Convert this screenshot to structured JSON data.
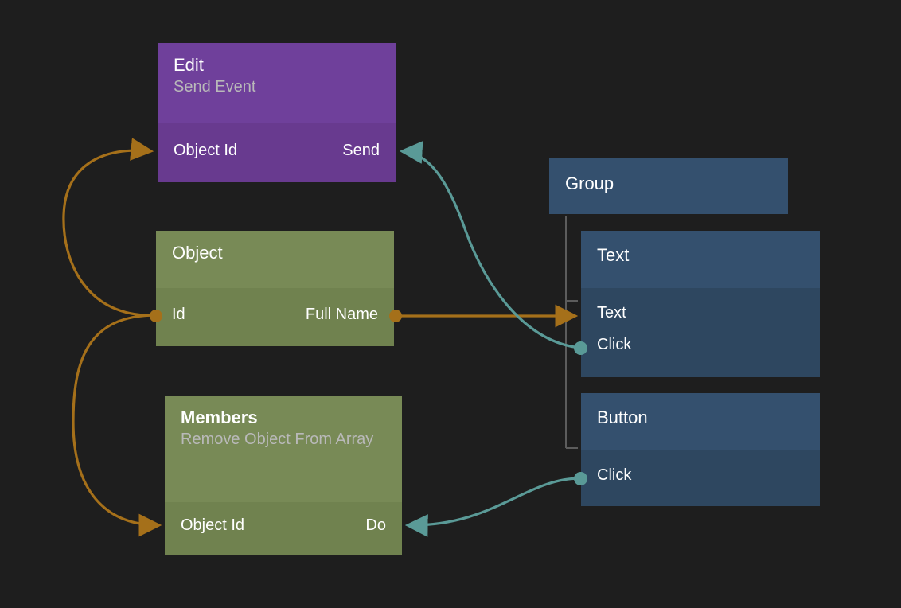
{
  "canvas": {
    "background": "#1e1e1e",
    "wire_orange": "#a5701a",
    "wire_teal": "#5a9a97"
  },
  "nodes": [
    {
      "id": "edit",
      "name": "edit-node",
      "title": "Edit",
      "subtitle": "Send Event",
      "color": "#6f409b",
      "body_color": "#683a8f",
      "input_label": "Object Id",
      "output_label": "Send"
    },
    {
      "id": "object",
      "name": "object-node",
      "title": "Object",
      "subtitle": "",
      "color": "#788a56",
      "body_color": "#70824f",
      "input_label": "Id",
      "output_label": "Full Name"
    },
    {
      "id": "members",
      "name": "members-node",
      "title": "Members",
      "subtitle": "Remove Object From Array",
      "color": "#788a56",
      "body_color": "#70824f",
      "input_label": "Object Id",
      "output_label": "Do"
    },
    {
      "id": "group",
      "name": "group-node",
      "title": "Group",
      "color": "#34506e"
    },
    {
      "id": "text",
      "name": "text-node",
      "title": "Text",
      "color": "#34506e",
      "body_color": "#2e4760",
      "rows": [
        "Text",
        "Click"
      ]
    },
    {
      "id": "button",
      "name": "button-node",
      "title": "Button",
      "color": "#34506e",
      "body_color": "#2e4760",
      "rows": [
        "Click"
      ]
    }
  ],
  "connections": [
    {
      "name": "object-id-to-edit-object-id",
      "color": "#a5701a",
      "from": "Id",
      "to": "Object Id"
    },
    {
      "name": "object-id-to-members-object-id",
      "color": "#a5701a",
      "from": "Id",
      "to": "Object Id"
    },
    {
      "name": "object-fullname-to-text-text",
      "color": "#a5701a",
      "from": "Full Name",
      "to": "Text"
    },
    {
      "name": "text-click-to-edit-send",
      "color": "#5a9a97",
      "from": "Click",
      "to": "Send"
    },
    {
      "name": "button-click-to-members-do",
      "color": "#5a9a97",
      "from": "Click",
      "to": "Do"
    }
  ]
}
